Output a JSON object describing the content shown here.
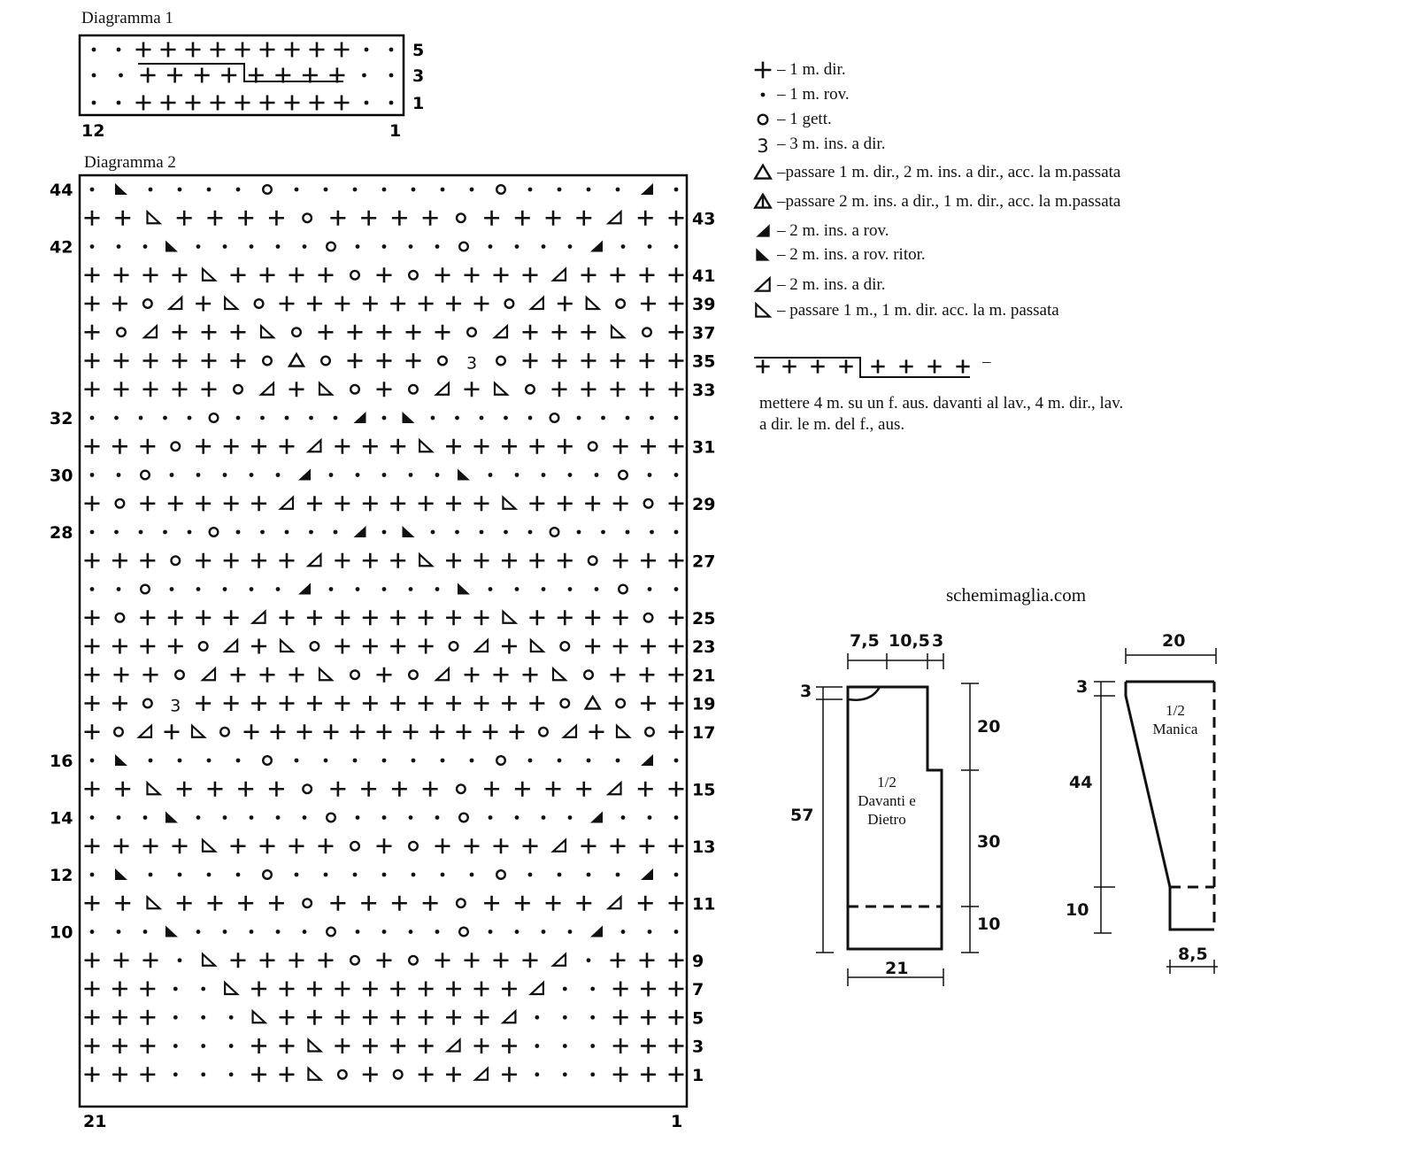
{
  "diagram1": {
    "title": "Diagramma 1",
    "row_labels": [
      "5",
      "3",
      "1"
    ],
    "col_left": "12",
    "col_right": "1",
    "rows": [
      "..+++++++++..",
      "..++++++++..",
      "..+++++++++.."
    ]
  },
  "diagram2": {
    "title": "Diagramma 2",
    "left_labels": [
      "44",
      "42",
      "32",
      "30",
      "28",
      "16",
      "14",
      "12",
      "10"
    ],
    "right_labels": [
      "43",
      "41",
      "39",
      "37",
      "35",
      "33",
      "31",
      "29",
      "27",
      "25",
      "23",
      "21",
      "19",
      "17",
      "15",
      "13",
      "11",
      "9",
      "7",
      "5",
      "3",
      "1"
    ],
    "col_left": "21",
    "col_right": "1",
    "legend_key": {
      "+": "1 m. dir.",
      ".": "1 m. rov.",
      "o": "1 gett.",
      "3": "3 m. ins. a dir.",
      "T": "tri-open",
      "A": "tri-solid",
      "L": "2 m. ins. a rov.",
      "R": "2 m. ins. a rov. ritor.",
      "l": "2 m. ins. a dir.",
      "r": "passare 1 m., 1 m. dir. acc. la m. passata"
    },
    "rows": [
      ".R....o.......o....L.",
      "++r++++o++++o++++l++",
      "...R.....o....o....L...",
      "++++r++++o+o++++l++++",
      "++ol+ro++++++++ol+ro++",
      "+ol+++ro+++++ol+++ro+",
      "++++++oTo+++o3o++++++",
      "+++++ol+ro+ol+ro+++++",
      ".....o.....L.R.....o.....",
      "+++o++++l+++r+++++o+++",
      "..o.....L.....R.....o..",
      "+o+++++l+++++++r++++o+",
      ".....o.....L.R.....o.....",
      "+++o++++l+++r+++++o+++",
      "..o.....L.....R.....o..",
      "+o++++l++++++++r++++o+",
      "++++ol+ro++++ol+ro++++",
      "+++ol+++ro+ol+++ro+++",
      "++o3+++++++++++++oTo++",
      "+ol+ro+++++++++++ol+ro+",
      ".R....o.......o....L.",
      "++r++++o++++o++++l++",
      "...R.....o....o....L...",
      "++++r++++o+o++++l++++",
      ".R....o.......o....L.",
      "++r++++o++++o++++l++",
      "...R.....o....o....L...",
      "+++.r++++o+o++++l.+++",
      "+++..r++++++++++l..+++",
      "+++...r++++++++l...+++",
      "+++...++r++++l++...+++",
      "+++...++ro+o++l+...+++"
    ]
  },
  "legend": {
    "items": [
      {
        "symbol": "plus",
        "text": "–  1 m. dir."
      },
      {
        "symbol": "dot",
        "text": "–  1 m. rov."
      },
      {
        "symbol": "circle",
        "text": "–  1 gett."
      },
      {
        "symbol": "three",
        "text": "–  3 m. ins. a dir."
      },
      {
        "symbol": "tri-open",
        "text": "–passare 1 m. dir., 2 m. ins. a dir., acc. la m.passata"
      },
      {
        "symbol": "tri-bar",
        "text": "–passare 2 m. ins. a dir., 1 m. dir., acc. la m.passata"
      },
      {
        "symbol": "wedge-left-solid",
        "text": "–  2 m. ins. a rov."
      },
      {
        "symbol": "wedge-right-solid",
        "text": "–  2 m. ins. a rov. ritor."
      },
      {
        "symbol": "wedge-left-open",
        "text": "–  2 m. ins. a dir."
      },
      {
        "symbol": "wedge-right-open",
        "text": "– passare 1 m., 1 m. dir. acc. la m. passata"
      }
    ],
    "cable_dash": "–",
    "cable_text": "mettere 4 m. su un f. aus. davanti al lav., 4 m. dir., lav. a dir. le m. del f., aus."
  },
  "site": "schemimaglia.com",
  "schematic_body": {
    "top_labels": [
      "7,5",
      "10,5",
      "3"
    ],
    "left_top": "3",
    "left_height": "57",
    "right_labels": [
      "20",
      "30",
      "10"
    ],
    "bottom": "21",
    "piece_label": [
      "1/2",
      "Davanti e",
      "Dietro"
    ]
  },
  "schematic_sleeve": {
    "top": "20",
    "left_top": "3",
    "left_mid": "44",
    "left_bottom": "10",
    "bottom": "8,5",
    "piece_label": [
      "1/2",
      "Manica"
    ]
  },
  "colors": {
    "ink": "#111111",
    "grid_border": "#000000"
  }
}
